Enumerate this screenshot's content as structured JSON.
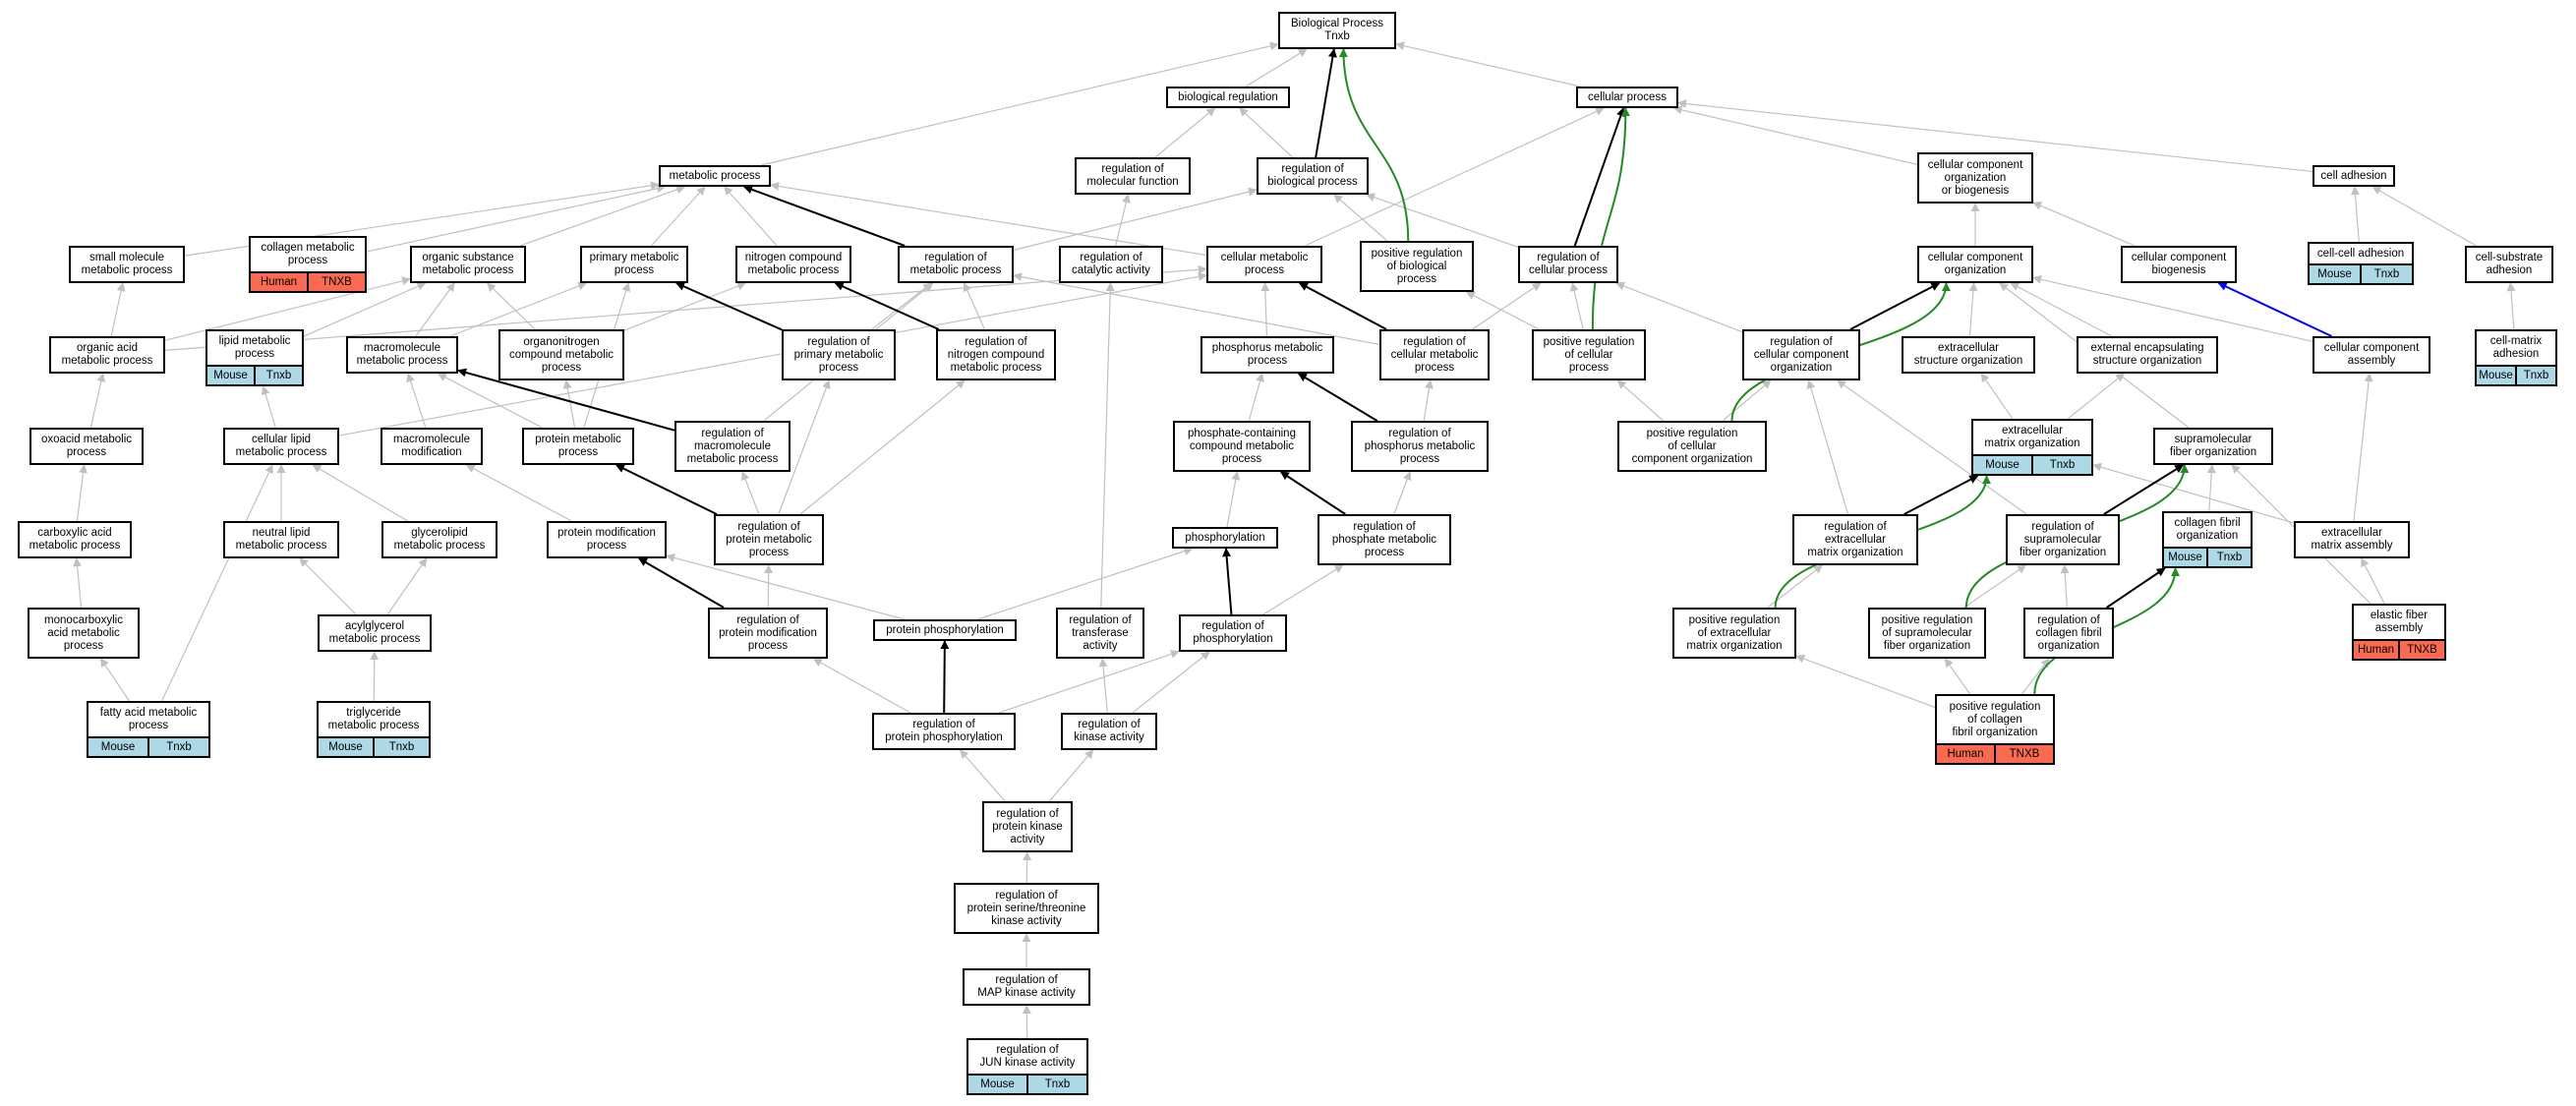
{
  "colors": {
    "edge_gray": "#c0c0c0",
    "edge_black": "#000000",
    "edge_green": "#228b22",
    "edge_blue": "#0000ff",
    "mouse": "#add8e6",
    "human": "#fa6a50"
  },
  "nodes": [
    {
      "id": "bp",
      "label": "Biological Process\nTnxb"
    },
    {
      "id": "bio_reg",
      "label": "biological regulation"
    },
    {
      "id": "cell_proc",
      "label": "cellular process"
    },
    {
      "id": "meta_proc",
      "label": "metabolic process"
    },
    {
      "id": "reg_mol_func",
      "label": "regulation of\nmolecular function"
    },
    {
      "id": "reg_bio_proc",
      "label": "regulation of\nbiological process"
    },
    {
      "id": "ccob",
      "label": "cellular component\norganization\nor biogenesis"
    },
    {
      "id": "cell_adh",
      "label": "cell adhesion"
    },
    {
      "id": "small_mol",
      "label": "small molecule\nmetabolic process"
    },
    {
      "id": "collagen_meta",
      "label": "collagen metabolic\nprocess",
      "tags": [
        {
          "species": "Human",
          "symbol": "TNXB"
        }
      ]
    },
    {
      "id": "org_sub",
      "label": "organic substance\nmetabolic process"
    },
    {
      "id": "prim_meta",
      "label": "primary metabolic\nprocess"
    },
    {
      "id": "nitro_meta",
      "label": "nitrogen compound\nmetabolic process"
    },
    {
      "id": "reg_meta",
      "label": "regulation of\nmetabolic process"
    },
    {
      "id": "reg_cat",
      "label": "regulation of\ncatalytic activity"
    },
    {
      "id": "cell_meta",
      "label": "cellular metabolic\nprocess"
    },
    {
      "id": "pos_reg_bio",
      "label": "positive regulation\nof biological\nprocess"
    },
    {
      "id": "reg_cell_proc",
      "label": "regulation of\ncellular process"
    },
    {
      "id": "cco",
      "label": "cellular component\norganization"
    },
    {
      "id": "ccb",
      "label": "cellular component\nbiogenesis"
    },
    {
      "id": "cell_cell_adh",
      "label": "cell-cell adhesion",
      "tags": [
        {
          "species": "Mouse",
          "symbol": "Tnxb"
        }
      ]
    },
    {
      "id": "cell_sub_adh",
      "label": "cell-substrate\nadhesion"
    },
    {
      "id": "org_acid",
      "label": "organic acid\nmetabolic process"
    },
    {
      "id": "lipid_meta",
      "label": "lipid metabolic\nprocess",
      "tags": [
        {
          "species": "Mouse",
          "symbol": "Tnxb"
        }
      ]
    },
    {
      "id": "macro_meta",
      "label": "macromolecule\nmetabolic process"
    },
    {
      "id": "organonitro",
      "label": "organonitrogen\ncompound metabolic\nprocess"
    },
    {
      "id": "reg_prim_meta",
      "label": "regulation of\nprimary metabolic\nprocess"
    },
    {
      "id": "reg_nitro_meta",
      "label": "regulation of\nnitrogen compound\nmetabolic process"
    },
    {
      "id": "phos_meta",
      "label": "phosphorus metabolic\nprocess"
    },
    {
      "id": "reg_cell_meta",
      "label": "regulation of\ncellular metabolic\nprocess"
    },
    {
      "id": "pos_reg_cell",
      "label": "positive regulation\nof cellular\nprocess"
    },
    {
      "id": "reg_cco",
      "label": "regulation of\ncellular component\norganization"
    },
    {
      "id": "ext_struct",
      "label": "extracellular\nstructure organization"
    },
    {
      "id": "ext_encaps",
      "label": "external encapsulating\nstructure organization"
    },
    {
      "id": "cca",
      "label": "cellular component\nassembly"
    },
    {
      "id": "cell_matrix_adh",
      "label": "cell-matrix\nadhesion",
      "tags": [
        {
          "species": "Mouse",
          "symbol": "Tnxb"
        }
      ]
    },
    {
      "id": "oxoacid",
      "label": "oxoacid metabolic\nprocess"
    },
    {
      "id": "cell_lipid",
      "label": "cellular lipid\nmetabolic process"
    },
    {
      "id": "macro_mod",
      "label": "macromolecule\nmodification"
    },
    {
      "id": "prot_meta",
      "label": "protein metabolic\nprocess"
    },
    {
      "id": "reg_macro_meta",
      "label": "regulation of\nmacromolecule\nmetabolic process"
    },
    {
      "id": "phos_cont",
      "label": "phosphate-containing\ncompound metabolic\nprocess"
    },
    {
      "id": "reg_phos_meta",
      "label": "regulation of\nphosphorus metabolic\nprocess"
    },
    {
      "id": "pos_reg_cco",
      "label": "positive regulation\nof cellular\ncomponent organization"
    },
    {
      "id": "ecm_org",
      "label": "extracellular\nmatrix organization",
      "tags": [
        {
          "species": "Mouse",
          "symbol": "Tnxb"
        }
      ]
    },
    {
      "id": "supra_fib",
      "label": "supramolecular\nfiber organization"
    },
    {
      "id": "carboxylic",
      "label": "carboxylic acid\nmetabolic process"
    },
    {
      "id": "neutral_lipid",
      "label": "neutral lipid\nmetabolic process"
    },
    {
      "id": "glycerolipid",
      "label": "glycerolipid\nmetabolic process"
    },
    {
      "id": "prot_mod",
      "label": "protein modification\nprocess"
    },
    {
      "id": "reg_prot_meta",
      "label": "regulation of\nprotein metabolic\nprocess"
    },
    {
      "id": "phosphorylation",
      "label": "phosphorylation"
    },
    {
      "id": "reg_phosphate_meta",
      "label": "regulation of\nphosphate metabolic\nprocess"
    },
    {
      "id": "reg_ecm",
      "label": "regulation of\nextracellular\nmatrix organization"
    },
    {
      "id": "reg_supra_fib",
      "label": "regulation of\nsupramolecular\nfiber organization"
    },
    {
      "id": "collagen_fib",
      "label": "collagen fibril\norganization",
      "tags": [
        {
          "species": "Mouse",
          "symbol": "Tnxb"
        }
      ]
    },
    {
      "id": "ecm_assembly",
      "label": "extracellular\nmatrix assembly"
    },
    {
      "id": "monocarb",
      "label": "monocarboxylic\nacid metabolic\nprocess"
    },
    {
      "id": "acylglycerol",
      "label": "acylglycerol\nmetabolic process"
    },
    {
      "id": "reg_prot_mod",
      "label": "regulation of\nprotein modification\nprocess"
    },
    {
      "id": "prot_phos",
      "label": "protein phosphorylation"
    },
    {
      "id": "reg_transf",
      "label": "regulation of\ntransferase\nactivity"
    },
    {
      "id": "reg_phosphorylation",
      "label": "regulation of\nphosphorylation"
    },
    {
      "id": "pos_reg_ecm",
      "label": "positive regulation\nof extracellular\nmatrix organization"
    },
    {
      "id": "pos_reg_supra",
      "label": "positive regulation\nof supramolecular\nfiber organization"
    },
    {
      "id": "reg_collagen_fib",
      "label": "regulation of\ncollagen fibril\norganization"
    },
    {
      "id": "elastic_fiber",
      "label": "elastic fiber\nassembly",
      "tags": [
        {
          "species": "Human",
          "symbol": "TNXB"
        }
      ]
    },
    {
      "id": "fatty_acid",
      "label": "fatty acid metabolic\nprocess",
      "tags": [
        {
          "species": "Mouse",
          "symbol": "Tnxb"
        }
      ]
    },
    {
      "id": "triglyceride",
      "label": "triglyceride\nmetabolic process",
      "tags": [
        {
          "species": "Mouse",
          "symbol": "Tnxb"
        }
      ]
    },
    {
      "id": "reg_prot_phos",
      "label": "regulation of\nprotein phosphorylation"
    },
    {
      "id": "reg_kinase",
      "label": "regulation of\nkinase activity"
    },
    {
      "id": "pos_reg_collagen",
      "label": "positive regulation\nof collagen\nfibril organization",
      "tags": [
        {
          "species": "Human",
          "symbol": "TNXB"
        }
      ]
    },
    {
      "id": "reg_prot_kinase",
      "label": "regulation of\nprotein kinase\nactivity"
    },
    {
      "id": "reg_ser_thr",
      "label": "regulation of\nprotein serine/threonine\nkinase activity"
    },
    {
      "id": "reg_map",
      "label": "regulation of\nMAP kinase activity"
    },
    {
      "id": "reg_jun",
      "label": "regulation of\nJUN kinase activity",
      "tags": [
        {
          "species": "Mouse",
          "symbol": "Tnxb"
        }
      ]
    }
  ],
  "edges": [
    [
      "bio_reg",
      "bp",
      "gray"
    ],
    [
      "cell_proc",
      "bp",
      "gray"
    ],
    [
      "meta_proc",
      "bp",
      "gray"
    ],
    [
      "reg_bio_proc",
      "bp",
      "black"
    ],
    [
      "pos_reg_bio",
      "bp",
      "green"
    ],
    [
      "reg_mol_func",
      "bio_reg",
      "gray"
    ],
    [
      "reg_bio_proc",
      "bio_reg",
      "gray"
    ],
    [
      "small_mol",
      "meta_proc",
      "gray"
    ],
    [
      "collagen_meta",
      "meta_proc",
      "gray"
    ],
    [
      "org_sub",
      "meta_proc",
      "gray"
    ],
    [
      "prim_meta",
      "meta_proc",
      "gray"
    ],
    [
      "nitro_meta",
      "meta_proc",
      "gray"
    ],
    [
      "reg_meta",
      "meta_proc",
      "black"
    ],
    [
      "cell_meta",
      "meta_proc",
      "gray"
    ],
    [
      "cell_meta",
      "cell_proc",
      "gray"
    ],
    [
      "reg_cell_proc",
      "cell_proc",
      "black"
    ],
    [
      "pos_reg_cell",
      "cell_proc",
      "green"
    ],
    [
      "ccob",
      "cell_proc",
      "gray"
    ],
    [
      "cell_adh",
      "cell_proc",
      "gray"
    ],
    [
      "reg_cat",
      "reg_mol_func",
      "gray"
    ],
    [
      "reg_meta",
      "reg_bio_proc",
      "gray"
    ],
    [
      "pos_reg_bio",
      "reg_bio_proc",
      "gray"
    ],
    [
      "reg_cell_proc",
      "reg_bio_proc",
      "gray"
    ],
    [
      "cco",
      "ccob",
      "gray"
    ],
    [
      "ccb",
      "ccob",
      "gray"
    ],
    [
      "cell_cell_adh",
      "cell_adh",
      "gray"
    ],
    [
      "cell_sub_adh",
      "cell_adh",
      "gray"
    ],
    [
      "org_acid",
      "small_mol",
      "gray"
    ],
    [
      "lipid_meta",
      "org_sub",
      "gray"
    ],
    [
      "macro_meta",
      "org_sub",
      "gray"
    ],
    [
      "organonitro",
      "org_sub",
      "gray"
    ],
    [
      "org_acid",
      "org_sub",
      "gray"
    ],
    [
      "macro_meta",
      "prim_meta",
      "gray"
    ],
    [
      "reg_prim_meta",
      "prim_meta",
      "black"
    ],
    [
      "prot_meta",
      "prim_meta",
      "gray"
    ],
    [
      "organonitro",
      "nitro_meta",
      "gray"
    ],
    [
      "reg_nitro_meta",
      "nitro_meta",
      "black"
    ],
    [
      "reg_prim_meta",
      "reg_meta",
      "gray"
    ],
    [
      "reg_nitro_meta",
      "reg_meta",
      "gray"
    ],
    [
      "reg_cell_meta",
      "reg_meta",
      "gray"
    ],
    [
      "reg_macro_meta",
      "reg_meta",
      "gray"
    ],
    [
      "reg_transf",
      "reg_cat",
      "gray"
    ],
    [
      "phos_meta",
      "cell_meta",
      "gray"
    ],
    [
      "reg_cell_meta",
      "cell_meta",
      "black"
    ],
    [
      "cell_lipid",
      "cell_meta",
      "gray"
    ],
    [
      "org_acid",
      "cell_meta",
      "gray"
    ],
    [
      "pos_reg_cell",
      "pos_reg_bio",
      "gray"
    ],
    [
      "reg_cell_meta",
      "reg_cell_proc",
      "gray"
    ],
    [
      "pos_reg_cell",
      "reg_cell_proc",
      "gray"
    ],
    [
      "reg_cco",
      "reg_cell_proc",
      "gray"
    ],
    [
      "reg_cco",
      "cco",
      "black"
    ],
    [
      "ext_struct",
      "cco",
      "gray"
    ],
    [
      "ext_encaps",
      "cco",
      "gray"
    ],
    [
      "cca",
      "cco",
      "gray"
    ],
    [
      "pos_reg_cco",
      "cco",
      "green"
    ],
    [
      "supra_fib",
      "cco",
      "gray"
    ],
    [
      "cca",
      "ccb",
      "blue"
    ],
    [
      "cell_matrix_adh",
      "cell_sub_adh",
      "gray"
    ],
    [
      "oxoacid",
      "org_acid",
      "gray"
    ],
    [
      "cell_lipid",
      "lipid_meta",
      "gray"
    ],
    [
      "macro_mod",
      "macro_meta",
      "gray"
    ],
    [
      "prot_meta",
      "macro_meta",
      "gray"
    ],
    [
      "reg_macro_meta",
      "macro_meta",
      "black"
    ],
    [
      "prot_meta",
      "organonitro",
      "gray"
    ],
    [
      "reg_prot_meta",
      "reg_prim_meta",
      "gray"
    ],
    [
      "reg_prot_meta",
      "reg_nitro_meta",
      "gray"
    ],
    [
      "phos_cont",
      "phos_meta",
      "gray"
    ],
    [
      "reg_phos_meta",
      "phos_meta",
      "black"
    ],
    [
      "reg_phos_meta",
      "reg_cell_meta",
      "gray"
    ],
    [
      "pos_reg_cco",
      "pos_reg_cell",
      "gray"
    ],
    [
      "pos_reg_cco",
      "reg_cco",
      "gray"
    ],
    [
      "ecm_org",
      "ext_struct",
      "gray"
    ],
    [
      "ecm_org",
      "ext_encaps",
      "gray"
    ],
    [
      "ecm_assembly",
      "cca",
      "gray"
    ],
    [
      "carboxylic",
      "oxoacid",
      "gray"
    ],
    [
      "neutral_lipid",
      "cell_lipid",
      "gray"
    ],
    [
      "glycerolipid",
      "cell_lipid",
      "gray"
    ],
    [
      "fatty_acid",
      "cell_lipid",
      "gray"
    ],
    [
      "prot_mod",
      "macro_mod",
      "gray"
    ],
    [
      "reg_prot_meta",
      "prot_meta",
      "black"
    ],
    [
      "reg_prot_meta",
      "reg_macro_meta",
      "gray"
    ],
    [
      "phosphorylation",
      "phos_cont",
      "gray"
    ],
    [
      "reg_phosphate_meta",
      "phos_cont",
      "black"
    ],
    [
      "reg_phosphate_meta",
      "reg_phos_meta",
      "gray"
    ],
    [
      "reg_ecm",
      "reg_cco",
      "gray"
    ],
    [
      "reg_supra_fib",
      "reg_cco",
      "gray"
    ],
    [
      "reg_ecm",
      "ecm_org",
      "black"
    ],
    [
      "pos_reg_ecm",
      "ecm_org",
      "green"
    ],
    [
      "ecm_assembly",
      "ecm_org",
      "gray"
    ],
    [
      "collagen_fib",
      "supra_fib",
      "gray"
    ],
    [
      "reg_supra_fib",
      "supra_fib",
      "black"
    ],
    [
      "pos_reg_supra",
      "supra_fib",
      "green"
    ],
    [
      "elastic_fiber",
      "supra_fib",
      "gray"
    ],
    [
      "monocarb",
      "carboxylic",
      "gray"
    ],
    [
      "acylglycerol",
      "neutral_lipid",
      "gray"
    ],
    [
      "acylglycerol",
      "glycerolipid",
      "gray"
    ],
    [
      "reg_prot_mod",
      "prot_mod",
      "black"
    ],
    [
      "prot_phos",
      "prot_mod",
      "gray"
    ],
    [
      "reg_prot_mod",
      "reg_prot_meta",
      "gray"
    ],
    [
      "prot_phos",
      "phosphorylation",
      "gray"
    ],
    [
      "reg_phosphorylation",
      "phosphorylation",
      "black"
    ],
    [
      "reg_phosphorylation",
      "reg_phosphate_meta",
      "gray"
    ],
    [
      "pos_reg_ecm",
      "reg_ecm",
      "gray"
    ],
    [
      "pos_reg_supra",
      "reg_supra_fib",
      "gray"
    ],
    [
      "reg_collagen_fib",
      "reg_supra_fib",
      "gray"
    ],
    [
      "reg_collagen_fib",
      "collagen_fib",
      "black"
    ],
    [
      "pos_reg_collagen",
      "collagen_fib",
      "green"
    ],
    [
      "elastic_fiber",
      "ecm_assembly",
      "gray"
    ],
    [
      "fatty_acid",
      "monocarb",
      "gray"
    ],
    [
      "triglyceride",
      "acylglycerol",
      "gray"
    ],
    [
      "reg_prot_phos",
      "reg_prot_mod",
      "gray"
    ],
    [
      "reg_prot_phos",
      "reg_phosphorylation",
      "gray"
    ],
    [
      "reg_prot_phos",
      "prot_phos",
      "black"
    ],
    [
      "reg_kinase",
      "reg_transf",
      "gray"
    ],
    [
      "reg_kinase",
      "reg_phosphorylation",
      "gray"
    ],
    [
      "pos_reg_collagen",
      "pos_reg_ecm",
      "gray"
    ],
    [
      "pos_reg_collagen",
      "pos_reg_supra",
      "gray"
    ],
    [
      "pos_reg_collagen",
      "reg_collagen_fib",
      "gray"
    ],
    [
      "reg_prot_kinase",
      "reg_prot_phos",
      "gray"
    ],
    [
      "reg_prot_kinase",
      "reg_kinase",
      "gray"
    ],
    [
      "reg_ser_thr",
      "reg_prot_kinase",
      "gray"
    ],
    [
      "reg_map",
      "reg_ser_thr",
      "gray"
    ],
    [
      "reg_jun",
      "reg_map",
      "gray"
    ]
  ]
}
